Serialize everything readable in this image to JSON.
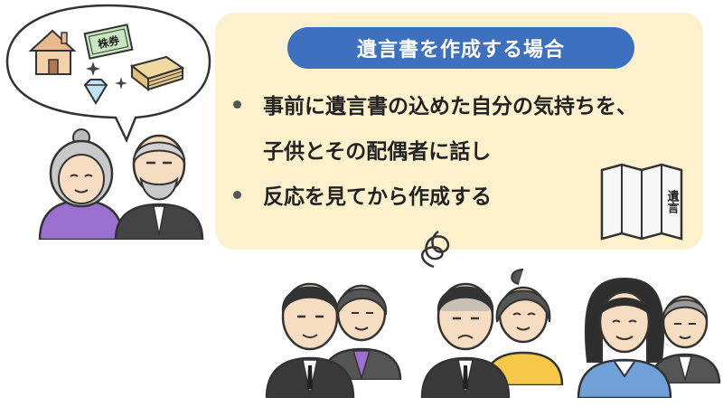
{
  "speech_bubble": {
    "stock_label": "株券"
  },
  "panel": {
    "title": "遺言書を作成する場合",
    "bullets": [
      {
        "line1": "事前に遺言書の込めた自分の気持ちを、",
        "line2": "子供とその配偶者に話し"
      },
      {
        "line1": "反応を見てから作成する"
      }
    ],
    "document_label": "遺言"
  },
  "colors": {
    "panel_bg": "#fdf0cc",
    "title_pill": "#3d71c0",
    "grandma_shirt": "#9a6fd0",
    "grandpa_shirt": "#444444",
    "yellow_shirt": "#f5c84a",
    "blue_shirt": "#6fa0d8"
  }
}
